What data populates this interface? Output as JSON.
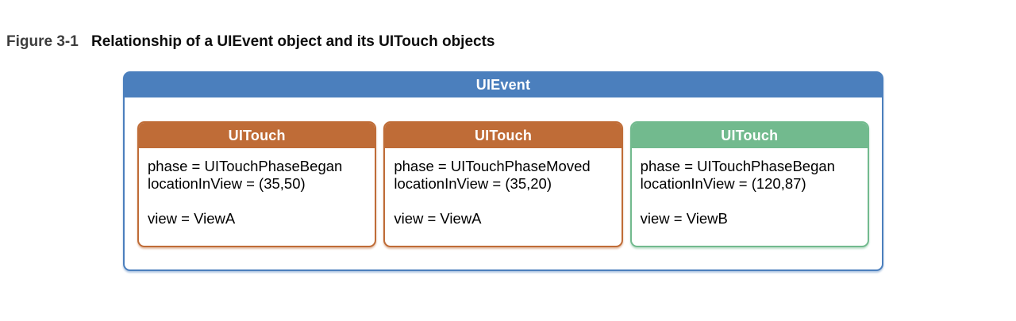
{
  "figure": {
    "label": "Figure 3-1",
    "caption": "Relationship of a UIEvent object and its UITouch objects"
  },
  "diagram": {
    "event": {
      "title": "UIEvent",
      "color": "#4b7fbd"
    },
    "touches": [
      {
        "title": "UITouch",
        "color": "#bf6c37",
        "lines": [
          "phase = UITouchPhaseBegan",
          "locationInView = (35,50)",
          "",
          "view = ViewA"
        ]
      },
      {
        "title": "UITouch",
        "color": "#bf6c37",
        "lines": [
          "phase = UITouchPhaseMoved",
          "locationInView = (35,20)",
          "",
          "view = ViewA"
        ]
      },
      {
        "title": "UITouch",
        "color": "#72ba8e",
        "lines": [
          "phase = UITouchPhaseBegan",
          "locationInView = (120,87)",
          "",
          "view = ViewB"
        ]
      }
    ]
  }
}
